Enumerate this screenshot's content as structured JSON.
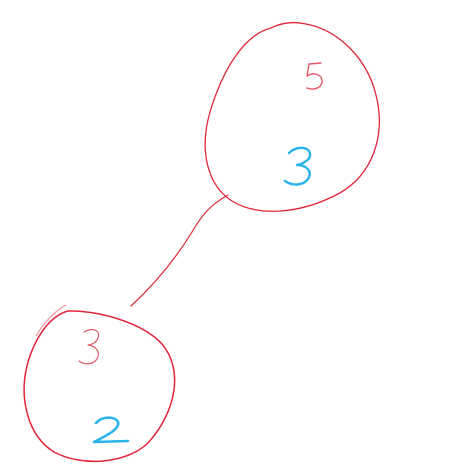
{
  "colors": {
    "outline": "#e0263a",
    "label_red": "#e35a68",
    "label_blue": "#2bb4ea",
    "background": "#ffffff"
  },
  "nodes": [
    {
      "name": "node-top",
      "top_value": "5",
      "bottom_value": "3"
    },
    {
      "name": "node-bottom",
      "top_value": "3",
      "bottom_value": "2"
    }
  ]
}
